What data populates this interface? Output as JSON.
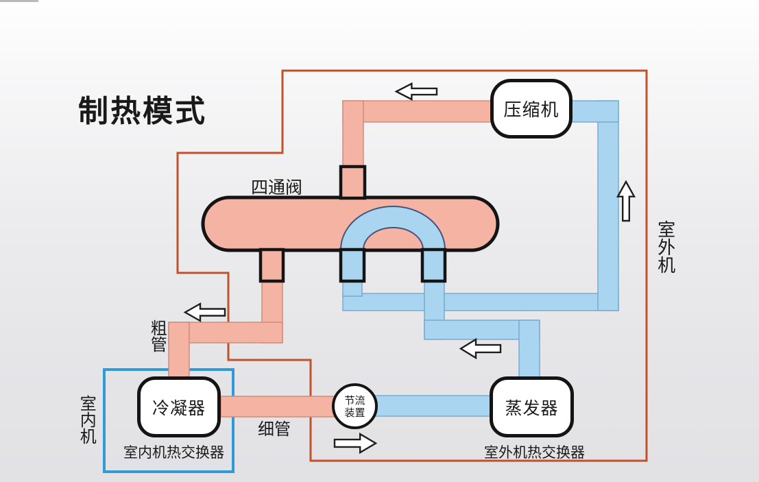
{
  "title": "制热模式",
  "components": {
    "compressor": {
      "label": "压缩机"
    },
    "four_way_valve": {
      "label": "四通阀"
    },
    "condenser": {
      "label": "冷凝器"
    },
    "evaporator": {
      "label": "蒸发器"
    },
    "throttle": {
      "label_line1": "节流",
      "label_line2": "装置"
    }
  },
  "labels": {
    "thick_pipe": "粗管",
    "thin_pipe": "细管",
    "indoor_unit": "室内机",
    "outdoor_unit": "室外机",
    "indoor_exchanger": "室内机热交换器",
    "outdoor_exchanger": "室外机热交换器"
  },
  "flow_arrows": [
    {
      "id": "discharge-line-top",
      "direction": "left"
    },
    {
      "id": "suction-line-right",
      "direction": "up"
    },
    {
      "id": "thick-pipe-to-condenser",
      "direction": "left"
    },
    {
      "id": "evaporator-to-valve",
      "direction": "left"
    },
    {
      "id": "throttle-to-evaporator",
      "direction": "right"
    }
  ],
  "colors": {
    "hot": "#F5B3A4",
    "hot-edge": "#C9897B",
    "cold": "#A9D5F0",
    "cold-edge": "#74A7CE",
    "outline": "#141414",
    "outdoor-border": "#C0522B",
    "indoor-border": "#2E9BD8"
  }
}
